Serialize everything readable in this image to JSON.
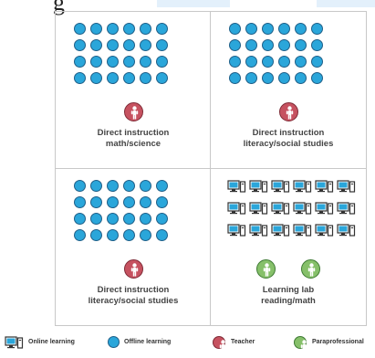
{
  "top_fragment": "g",
  "quadrants": [
    {
      "id": "q1",
      "icons": "students",
      "count": 24,
      "person": "teacher",
      "label_line1": "Direct instruction",
      "label_line2": "math/science"
    },
    {
      "id": "q2",
      "icons": "students",
      "count": 24,
      "person": "teacher",
      "label_line1": "Direct instruction",
      "label_line2": "literacy/social studies"
    },
    {
      "id": "q3",
      "icons": "students",
      "count": 24,
      "person": "teacher",
      "label_line1": "Direct instruction",
      "label_line2": "literacy/social studies"
    },
    {
      "id": "q4",
      "icons": "computers",
      "count": 18,
      "person": "paraprofessional",
      "person_count": 2,
      "label_line1": "Learning lab",
      "label_line2": "reading/math"
    }
  ],
  "legend": [
    {
      "icon": "computer-icon",
      "label": "Online learning"
    },
    {
      "icon": "student-dot-icon",
      "label": "Offline learning"
    },
    {
      "icon": "teacher-icon",
      "label": "Teacher"
    },
    {
      "icon": "paraprofessional-icon",
      "label": "Paraprofessional"
    }
  ],
  "colors": {
    "student": "#2aa6da",
    "student_border": "#1f5f88",
    "teacher": "#c65260",
    "paraprofessional": "#86c06a",
    "computer": "#2aa6da",
    "grid_border": "#c8c8c8"
  }
}
